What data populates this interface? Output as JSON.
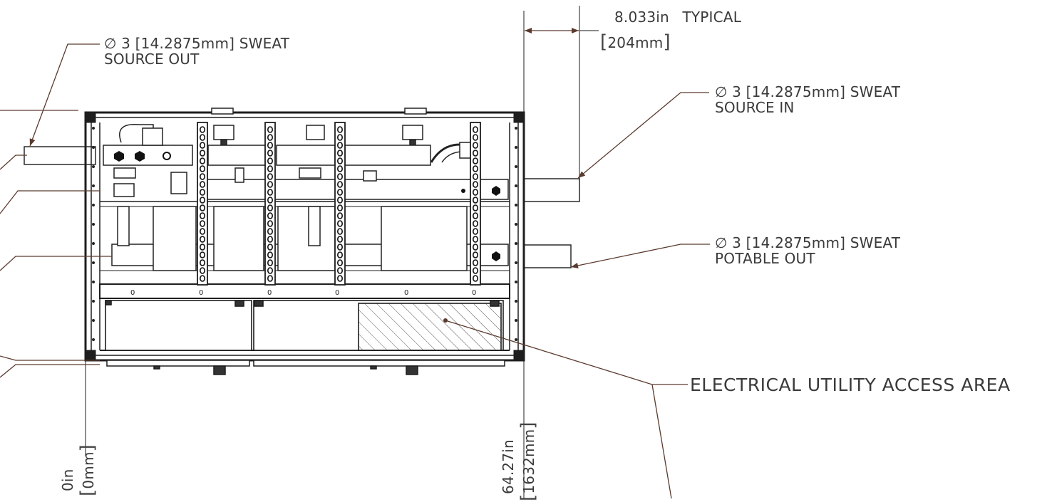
{
  "callouts": {
    "source_out": {
      "line1": "∅ 3 [14.2875mm] SWEAT",
      "line2": "SOURCE OUT"
    },
    "source_in": {
      "line1": "∅ 3 [14.2875mm] SWEAT",
      "line2": "SOURCE IN"
    },
    "potable_out": {
      "line1": "∅ 3 [14.2875mm] SWEAT",
      "line2": "POTABLE OUT"
    },
    "electrical": {
      "label": "ELECTRICAL UTILITY ACCESS AREA"
    }
  },
  "dimensions": {
    "typical": {
      "value_in": "8.033in",
      "note": "TYPICAL",
      "value_mm": "204mm"
    },
    "left_datum": {
      "value_in": "0in",
      "value_mm": "0mm"
    },
    "right_datum": {
      "value_in": "64.27in",
      "value_mm": "1632mm"
    }
  },
  "colors": {
    "line": "#2a2a2a",
    "leader": "#5a3a2e",
    "text": "#3a3a3a"
  }
}
